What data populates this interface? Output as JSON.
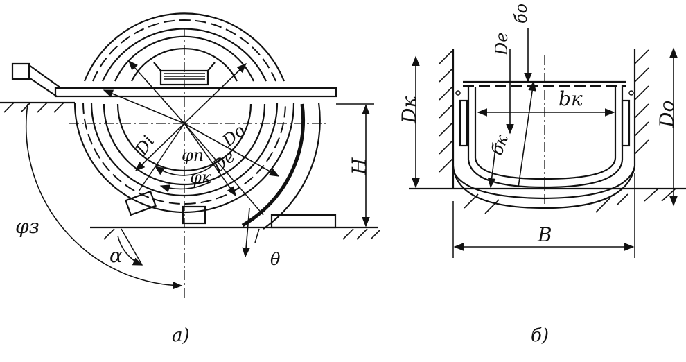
{
  "figure_a": {
    "caption": "а)",
    "labels": {
      "Di": "Di",
      "Do": "Do",
      "De": "De",
      "phi_p": "φп",
      "phi_k": "φк",
      "phi_z": "φз",
      "alpha": "α",
      "theta": "θ",
      "H": "H"
    }
  },
  "figure_b": {
    "caption": "б)",
    "labels": {
      "Dk": "Dк",
      "De": "De",
      "delta_o": "бо",
      "b_k": "bк",
      "delta_k": "бк",
      "Do": "Do",
      "B": "B"
    }
  }
}
